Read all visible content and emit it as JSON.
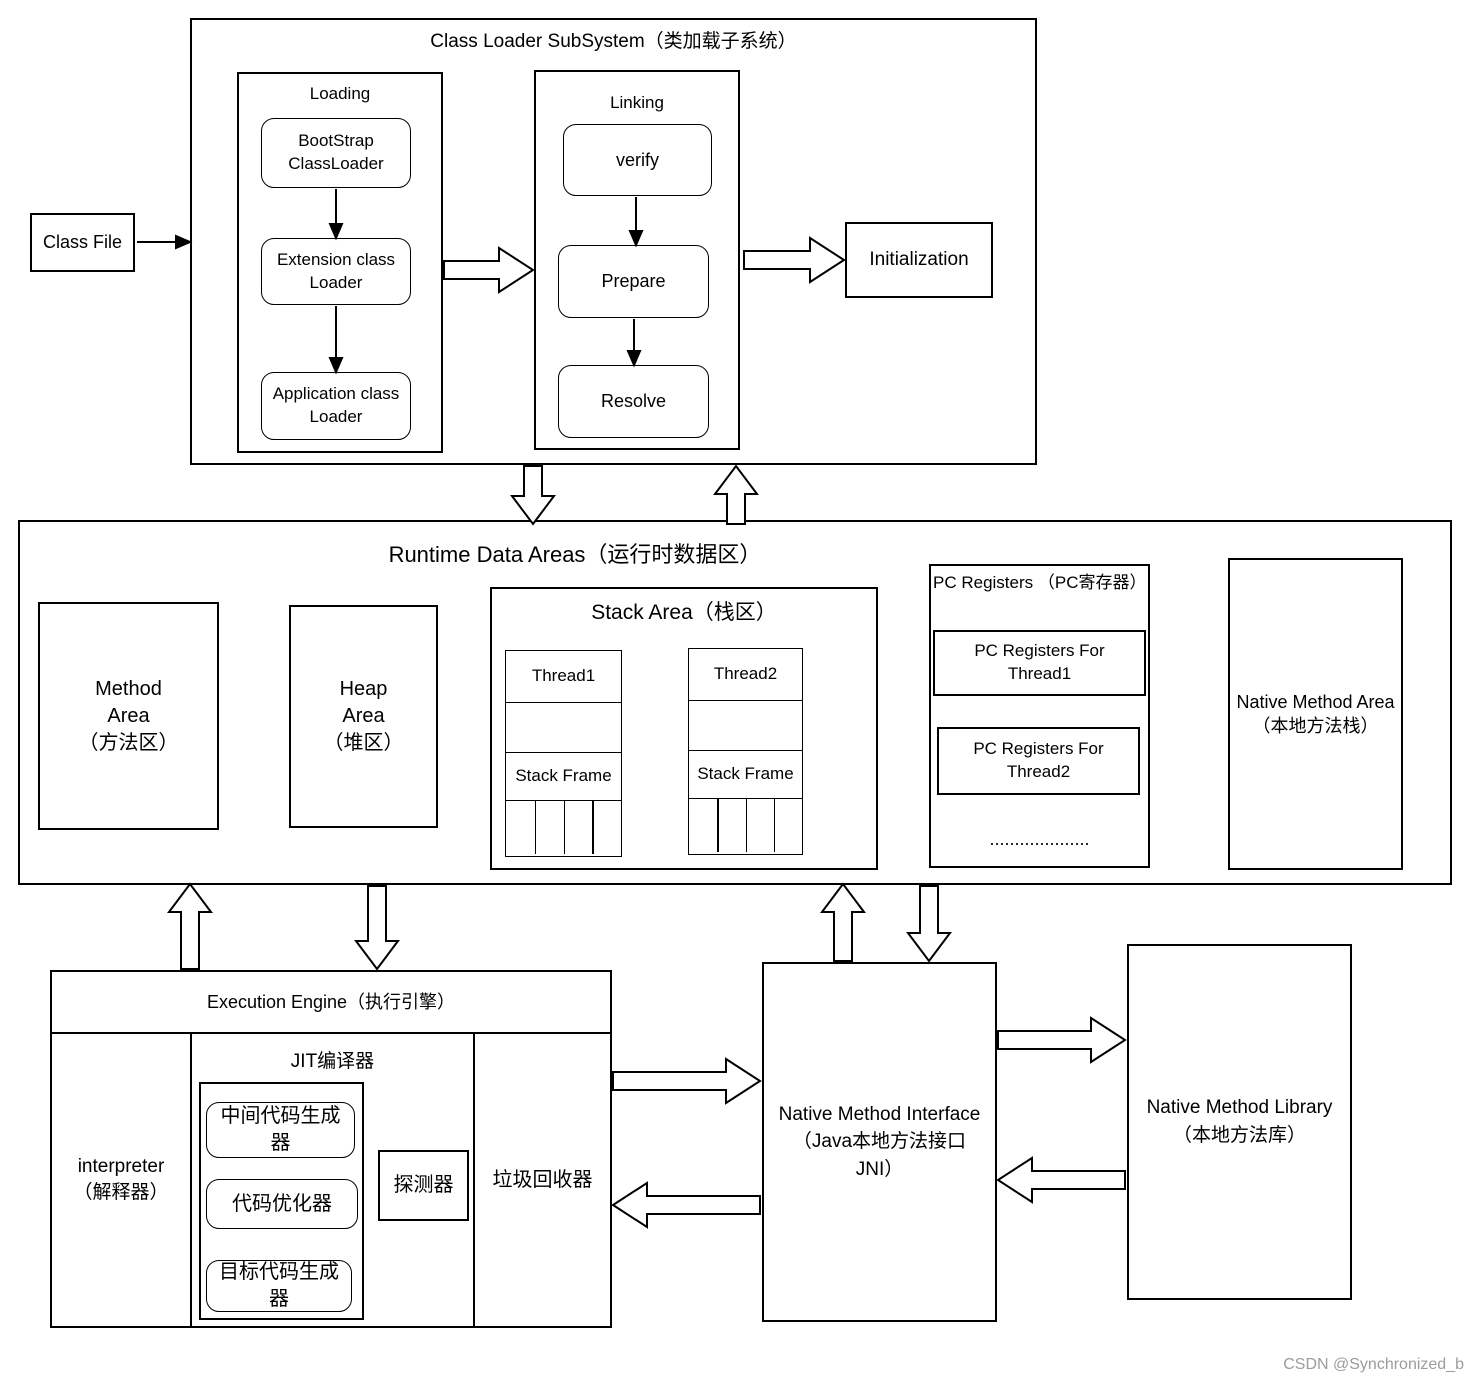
{
  "class_loader_subsystem": {
    "title": "Class Loader SubSystem（类加载子系统）",
    "class_file": "Class File",
    "loading": {
      "title": "Loading",
      "bootstrap": "BootStrap ClassLoader",
      "extension": "Extension class Loader",
      "application": "Application class Loader"
    },
    "linking": {
      "title": "Linking",
      "verify": "verify",
      "prepare": "Prepare",
      "resolve": "Resolve"
    },
    "initialization": "Initialization"
  },
  "runtime_data_areas": {
    "title": "Runtime Data Areas（运行时数据区）",
    "method_area": "Method\nArea\n（方法区）",
    "heap_area": "Heap\nArea\n（堆区）",
    "stack_area": {
      "title": "Stack Area（栈区）",
      "thread1": {
        "label": "Thread1",
        "frame": "Stack Frame"
      },
      "thread2": {
        "label": "Thread2",
        "frame": "Stack Frame"
      }
    },
    "pc_registers": {
      "title": "PC Registers （PC寄存器）",
      "thread1": "PC Registers For Thread1",
      "thread2": "PC Registers For Thread2",
      "dots": "...................."
    },
    "native_method_area": "Native Method Area\n（本地方法栈）"
  },
  "execution_engine": {
    "title": "Execution Engine（执行引擎）",
    "interpreter": "interpreter\n（解释器）",
    "jit": {
      "title": "JIT编译器",
      "intermediate": "中间代码生成器",
      "optimizer": "代码优化器",
      "target": "目标代码生成器",
      "profiler": "探测器"
    },
    "gc": "垃圾回收器"
  },
  "native_method_interface": "Native Method Interface（Java本地方法接口 JNI）",
  "native_method_library": "Native Method Library\n（本地方法库）",
  "watermark": "CSDN @Synchronized_b"
}
